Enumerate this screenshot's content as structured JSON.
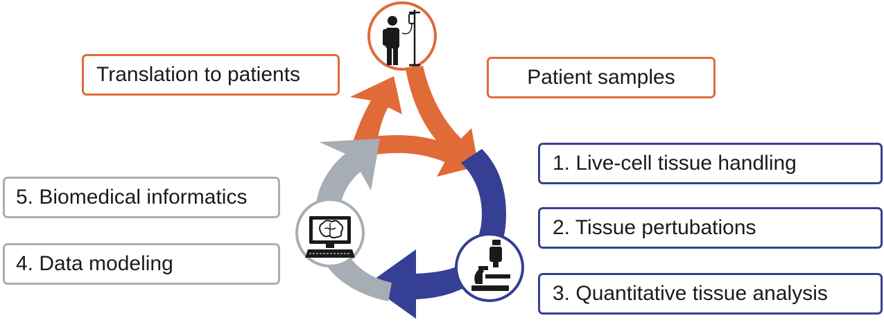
{
  "colors": {
    "orange": "#e06a38",
    "blue": "#353f93",
    "gray": "#a7adb5",
    "icon": "#1a1a1a"
  },
  "icons": {
    "patient": "patient-iv-icon",
    "microscope": "microscope-icon",
    "computer": "computer-brain-icon"
  },
  "labels": {
    "translation": "Translation to patients",
    "patient_samples": "Patient samples",
    "step1": "1. Live-cell tissue handling",
    "step2": "2. Tissue pertubations",
    "step3": "3. Quantitative tissue analysis",
    "step4": "4. Data modeling",
    "step5": "5. Biomedical informatics"
  }
}
